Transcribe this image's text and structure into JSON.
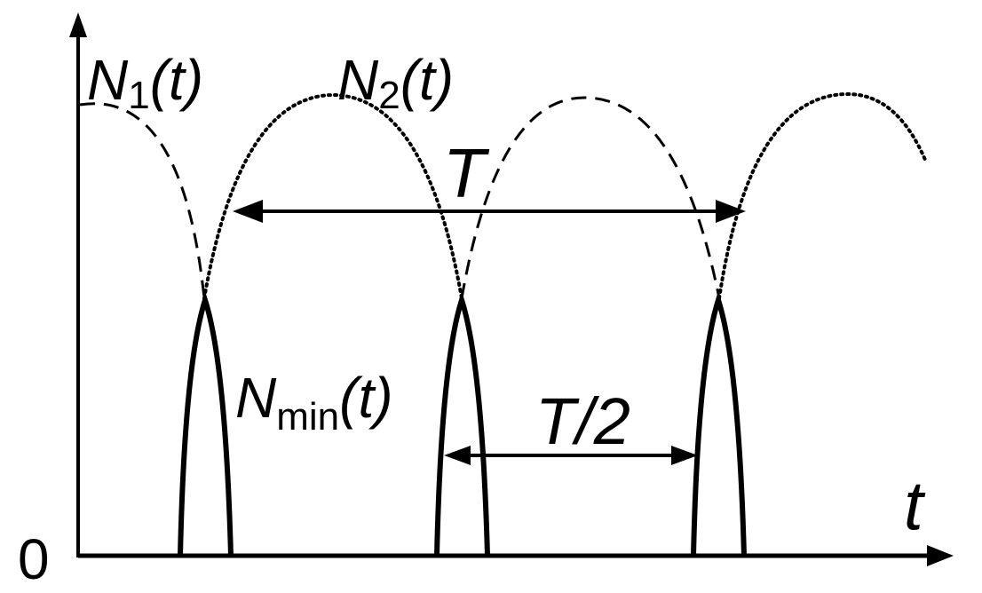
{
  "colors": {
    "ink": "#000000",
    "background": "#ffffff"
  },
  "curves": {
    "n1": {
      "style": "dashed",
      "label_main": "N",
      "label_sub": "1",
      "label_arg": "(t)"
    },
    "n2": {
      "style": "dotted",
      "label_main": "N",
      "label_sub": "2",
      "label_arg": "(t)"
    },
    "nmin": {
      "style": "solid-bold",
      "label_main": "N",
      "label_sub": "min",
      "label_arg": "(t)"
    }
  },
  "axes": {
    "origin_label": "0",
    "x_label": "t"
  },
  "annotations": {
    "period": "T",
    "half_period": "T/2"
  }
}
